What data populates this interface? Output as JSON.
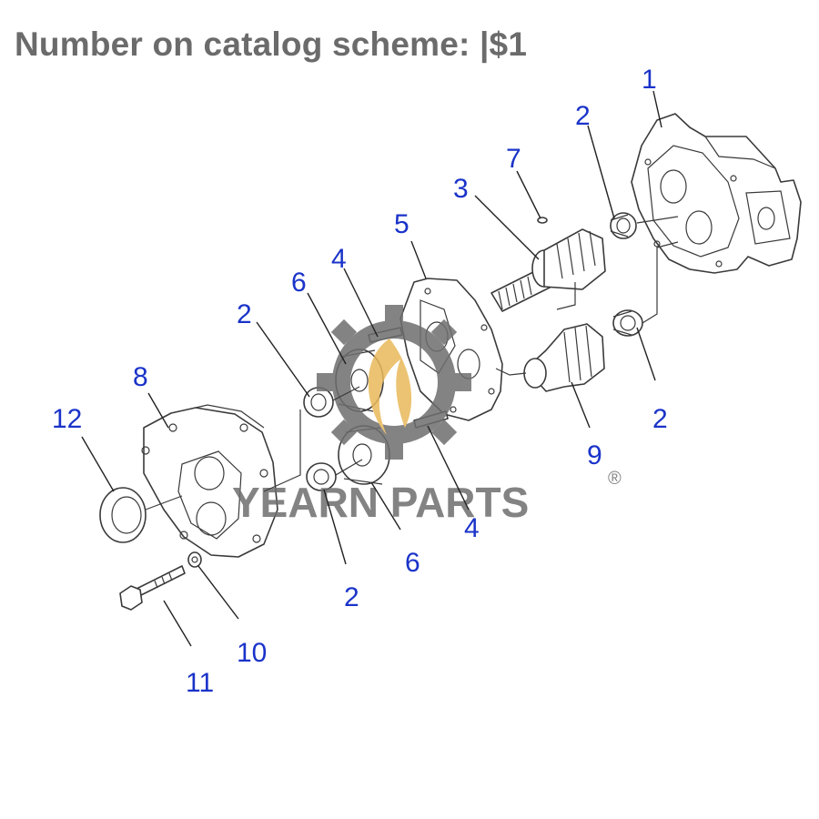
{
  "header": {
    "title": "Number on catalog scheme: |$1"
  },
  "callouts": [
    {
      "id": "c1",
      "label": "1"
    },
    {
      "id": "c2a",
      "label": "2"
    },
    {
      "id": "c3",
      "label": "3"
    },
    {
      "id": "c7",
      "label": "7"
    },
    {
      "id": "c5",
      "label": "5"
    },
    {
      "id": "c4a",
      "label": "4"
    },
    {
      "id": "c6a",
      "label": "6"
    },
    {
      "id": "c2b",
      "label": "2"
    },
    {
      "id": "c8",
      "label": "8"
    },
    {
      "id": "c12",
      "label": "12"
    },
    {
      "id": "c2c",
      "label": "2"
    },
    {
      "id": "c9",
      "label": "9"
    },
    {
      "id": "c4b",
      "label": "4"
    },
    {
      "id": "c6b",
      "label": "6"
    },
    {
      "id": "c2d",
      "label": "2"
    },
    {
      "id": "c10",
      "label": "10"
    },
    {
      "id": "c11",
      "label": "11"
    }
  ],
  "watermark": {
    "brand": "YEARN PARTS",
    "registered": "®"
  },
  "colors": {
    "callout": "#1a33c9",
    "heading": "#6b6b6b",
    "watermark_gear": "#6e6e6e",
    "watermark_flame": "#e9b95a"
  }
}
